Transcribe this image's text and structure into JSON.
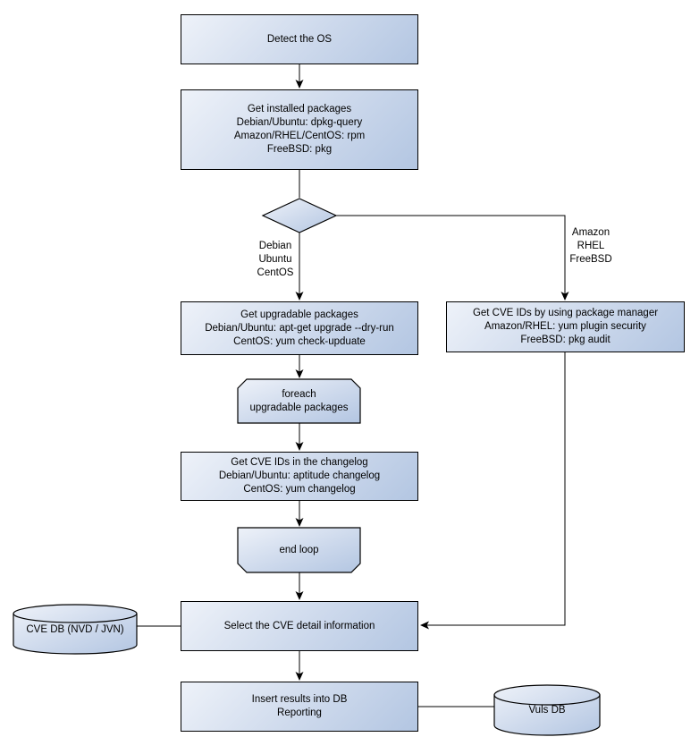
{
  "colors": {
    "background": "#ffffff",
    "node_border": "#000000",
    "node_fill_light": "#eef2f9",
    "node_fill_dark": "#b3c6e2",
    "connector": "#000000",
    "text": "#000000"
  },
  "flowchart": {
    "nodes": {
      "detect_os": {
        "type": "process",
        "lines": [
          "Detect the OS"
        ]
      },
      "get_installed_packages": {
        "type": "process",
        "lines": [
          "Get installed packages",
          "Debian/Ubuntu: dpkg-query",
          "Amazon/RHEL/CentOS: rpm",
          "FreeBSD: pkg"
        ]
      },
      "os_branch_decision": {
        "type": "decision",
        "lines": []
      },
      "get_upgradable_packages": {
        "type": "process",
        "lines": [
          "Get upgradable packages",
          "Debian/Ubuntu: apt-get upgrade --dry-run",
          "CentOS: yum check-upduate"
        ]
      },
      "get_cve_ids_package_manager": {
        "type": "process",
        "lines": [
          "Get CVE IDs by using package manager",
          "Amazon/RHEL: yum plugin security",
          "FreeBSD: pkg audit"
        ]
      },
      "foreach_loop_start": {
        "type": "loop-start",
        "lines": [
          "foreach",
          "upgradable packages"
        ]
      },
      "get_cve_ids_changelog": {
        "type": "process",
        "lines": [
          "Get CVE IDs in the changelog",
          "Debian/Ubuntu: aptitude changelog",
          "CentOS: yum changelog"
        ]
      },
      "end_loop": {
        "type": "loop-end",
        "lines": [
          "end loop"
        ]
      },
      "select_cve_detail": {
        "type": "process",
        "lines": [
          "Select the CVE detail information"
        ]
      },
      "cve_db": {
        "type": "database",
        "lines": [
          "CVE DB (NVD / JVN)"
        ]
      },
      "insert_results": {
        "type": "process",
        "lines": [
          "Insert results into DB",
          "Reporting"
        ]
      },
      "vuls_db": {
        "type": "database",
        "lines": [
          "Vuls DB"
        ]
      }
    },
    "edge_labels": {
      "left_branch": {
        "lines": [
          "Debian",
          "Ubuntu",
          "CentOS"
        ]
      },
      "right_branch": {
        "lines": [
          "Amazon",
          "RHEL",
          "FreeBSD"
        ]
      }
    }
  }
}
